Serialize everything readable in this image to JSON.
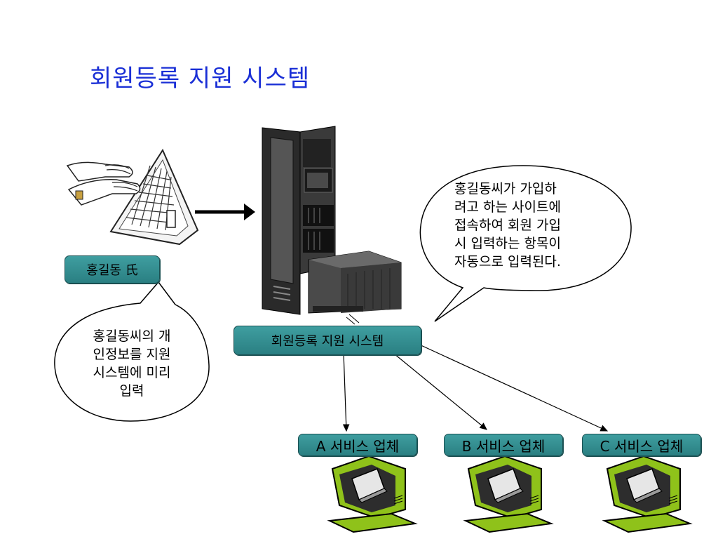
{
  "title": "회원등록 지원 시스템",
  "user_label": "홍길동 氏",
  "system_label": "회원등록 지원 시스템",
  "bubble_left": [
    "홍길동씨의 개",
    "인정보를 지원",
    "시스템에 미리",
    "입력"
  ],
  "bubble_right": [
    "홍길동씨가 가입하",
    "려고 하는 사이트에",
    "접속하여 회원 가입",
    "시 입력하는 항목이",
    "자동으로 입력된다."
  ],
  "vendors": [
    {
      "label": "A 서비스 업체"
    },
    {
      "label": "B 서비스 업체"
    },
    {
      "label": "C 서비스 업체"
    }
  ],
  "icons": [
    "hands-keyboard-icon",
    "server-rack-icon",
    "computer-monitor-icon"
  ],
  "colors": {
    "title": "#1a2fd6",
    "label_fill": "#3f9ea0",
    "monitor": "#8fc21a"
  }
}
